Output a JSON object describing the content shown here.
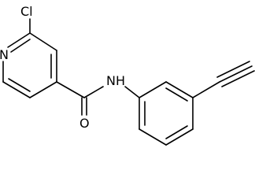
{
  "molecule": {
    "atoms": {
      "cl": "Cl",
      "n_pyridine": "N",
      "nh": "NH",
      "o": "O"
    }
  }
}
